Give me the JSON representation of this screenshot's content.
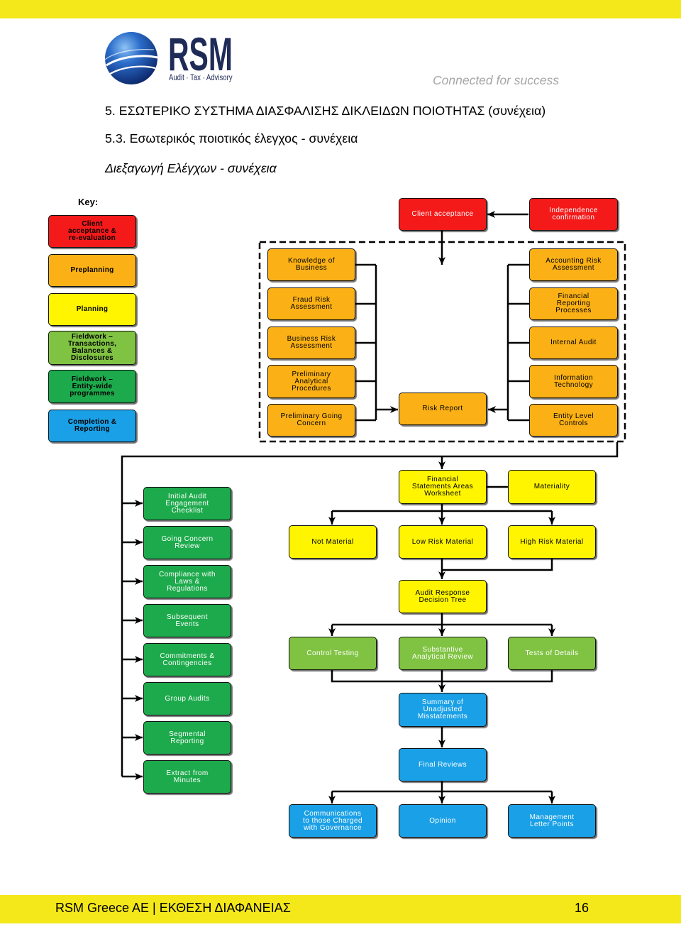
{
  "brand": {
    "name": "RSM",
    "tagline": "Audit · Tax · Advisory",
    "slogan": "Connected for success",
    "logo_icon": "globe-icon",
    "accent_color": "#f4e81a",
    "wordmark_color": "#1f2b57"
  },
  "headings": {
    "chapter": "5. ΕΣΩΤΕΡΙΚΟ ΣΥΣΤΗΜΑ ΔΙΑΣΦΑΛΙΣΗΣ ΔΙΚΛΕΙΔΩΝ ΠΟΙΟΤΗΤΑΣ (συνέχεια)",
    "section": "5.3. Εσωτερικός ποιοτικός έλεγχος - συνέχεια",
    "subsection": "Διεξαγωγή Ελέγχων - συνέχεια"
  },
  "diagram": {
    "stage_colors": {
      "client_acceptance": "#f41a1a",
      "preplanning": "#fbb116",
      "planning": "#fff500",
      "fieldwork_transactions": "#80c342",
      "fieldwork_entity": "#1daa4c",
      "completion": "#1aa0e6"
    },
    "key_title": "Key:",
    "key": [
      {
        "label": "Client\nacceptance &\nre-evaluation"
      },
      {
        "label": "Preplanning"
      },
      {
        "label": "Planning"
      },
      {
        "label": "Fieldwork –\nTransactions,\nBalances &\nDisclosures"
      },
      {
        "label": "Fieldwork –\nEntity-wide\nprogrammes"
      },
      {
        "label": "Completion &\nReporting"
      }
    ],
    "client_acceptance": {
      "client_acceptance": "Client acceptance",
      "independence_confirmation": "Independence\nconfirmation"
    },
    "preplanning": {
      "left": [
        "Knowledge of\nBusiness",
        "Fraud Risk\nAssessment",
        "Business Risk\nAssessment",
        "Preliminary\nAnalytical\nProcedures",
        "Preliminary Going\nConcern"
      ],
      "right": [
        "Accounting Risk\nAssessment",
        "Financial\nReporting\nProcesses",
        "Internal Audit",
        "Information\nTechnology",
        "Entity Level\nControls"
      ],
      "risk_report": "Risk Report"
    },
    "planning": {
      "worksheet": "Financial\nStatements Areas\nWorksheet",
      "materiality": "Materiality",
      "materiality_levels": [
        "Not Material",
        "Low Risk Material",
        "High Risk Material"
      ],
      "decision_tree": "Audit Response\nDecision Tree"
    },
    "fieldwork_transactions": {
      "tests": [
        "Control Testing",
        "Substantive\nAnalytical Review",
        "Tests of Details"
      ]
    },
    "fieldwork_entity": {
      "programmes": [
        "Initial Audit\nEngagement\nChecklist",
        "Going Concern\nReview",
        "Compliance with\nLaws &\nRegulations",
        "Subsequent\nEvents",
        "Commitments &\nContingencies",
        "Group Audits",
        "Segmental\nReporting",
        "Extract from\nMinutes"
      ]
    },
    "completion": {
      "summary": "Summary of\nUnadjusted\nMisstatements",
      "final_reviews": "Final Reviews",
      "outputs": [
        "Communications\nto those Charged\nwith Governance",
        "Opinion",
        "Management\nLetter Points"
      ]
    }
  },
  "footer": {
    "text": "RSM Greece AE | ΕΚΘΕΣΗ ΔΙΑΦΑΝΕΙΑΣ",
    "page": "16"
  }
}
